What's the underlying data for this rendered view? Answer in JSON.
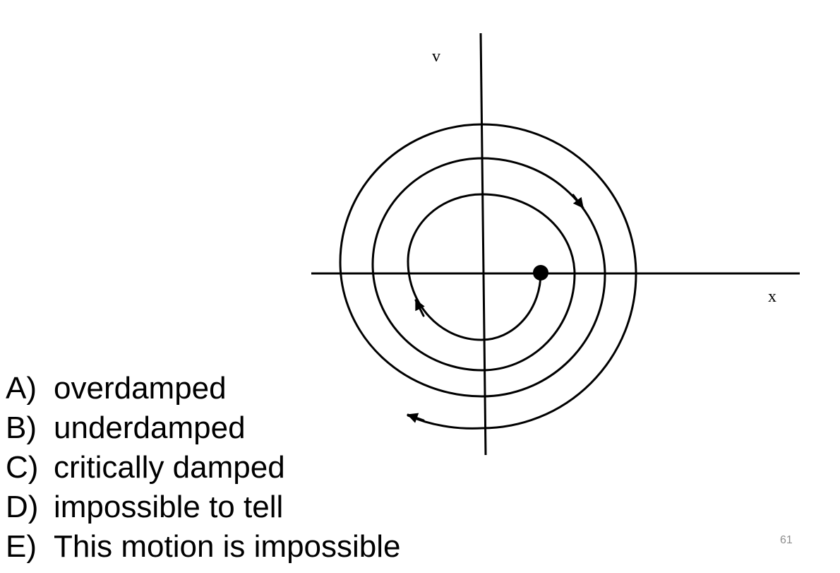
{
  "diagram": {
    "x_axis_label": "x",
    "v_axis_label": "v",
    "colors": {
      "stroke": "#000000"
    }
  },
  "question": {
    "choices": [
      {
        "letter": "A)",
        "text": "overdamped"
      },
      {
        "letter": "B)",
        "text": "underdamped"
      },
      {
        "letter": "C)",
        "text": "critically damped"
      },
      {
        "letter": "D)",
        "text": "impossible to tell"
      },
      {
        "letter": "E)",
        "text": "This motion is impossible"
      }
    ]
  },
  "footer": {
    "page_number": "61"
  }
}
